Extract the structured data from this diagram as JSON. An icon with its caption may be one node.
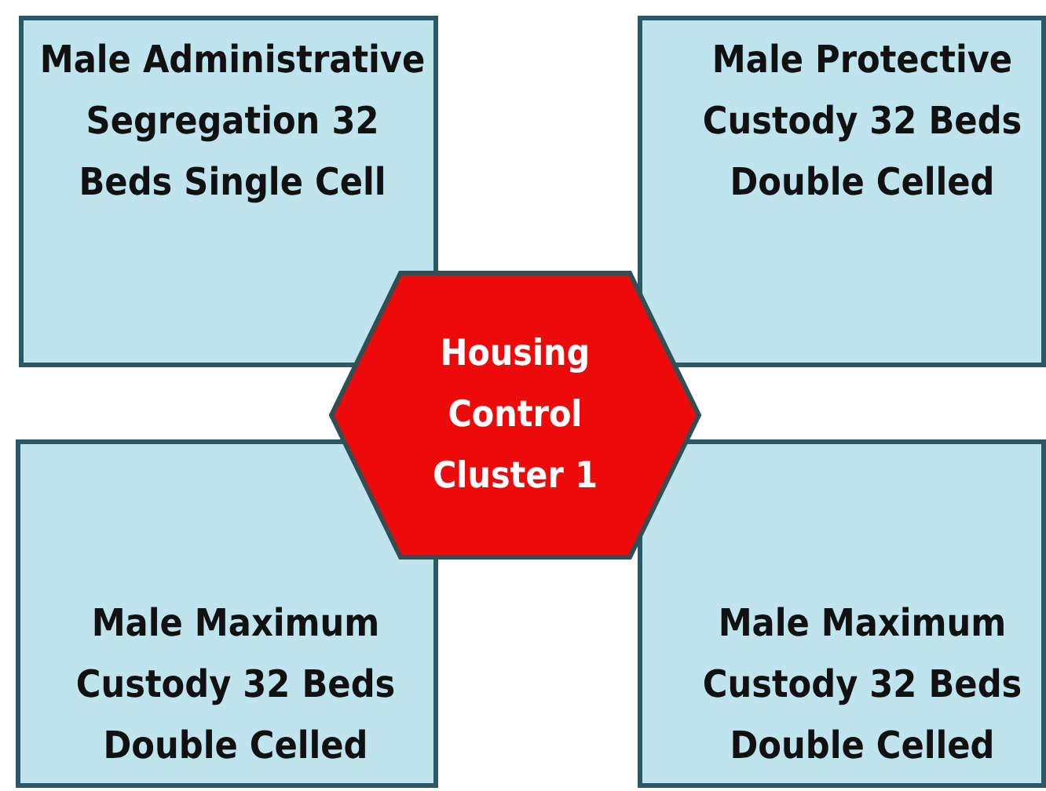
{
  "diagram": {
    "nodes": [
      {
        "text": [
          "Male Administrative Segregation 32 Beds Single Cell"
        ]
      },
      {
        "text": [
          "Male Protective Custody 32 Beds Double Celled"
        ]
      },
      {
        "text": [
          "Housing Control Cluster 1"
        ]
      },
      {
        "text": [
          "Male Maximum Custody 32 Beds Double Celled"
        ]
      },
      {
        "text": [
          "Male Maximum Custody 32 Beds Double Celled"
        ]
      }
    ]
  }
}
